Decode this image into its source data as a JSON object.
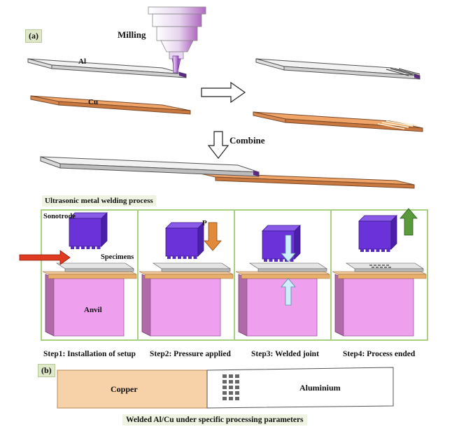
{
  "panel_a": {
    "tag": "(a)",
    "milling": "Milling",
    "al_label": "Al",
    "cu_label": "Cu",
    "combine": "Combine"
  },
  "uw_banner": "Ultrasonic metal welding process",
  "setup_labels": {
    "sonotrode": "Sonotrode",
    "specimens": "Specimens",
    "anvil": "Anvil",
    "pressure": "P"
  },
  "steps": [
    "Step1: Installation of setup",
    "Step2: Pressure applied",
    "Step3: Welded joint",
    "Step4: Process ended"
  ],
  "panel_b": {
    "tag": "(b)",
    "copper": "Copper",
    "aluminium": "Aluminium",
    "caption": "Welded Al/Cu under specific processing parameters"
  },
  "colors": {
    "aluminium_strip": "#eeeeee",
    "copper_strip": "#f0a468",
    "sonotrode": "#6a32d8",
    "anvil": "#eea0ee",
    "frame": "#a8d080",
    "feed_arrow": "#e03a20",
    "pressure_arrow": "#e08a3a",
    "lift_arrow": "#5a9a3a",
    "vibration_arrow": "#cdeefa"
  }
}
